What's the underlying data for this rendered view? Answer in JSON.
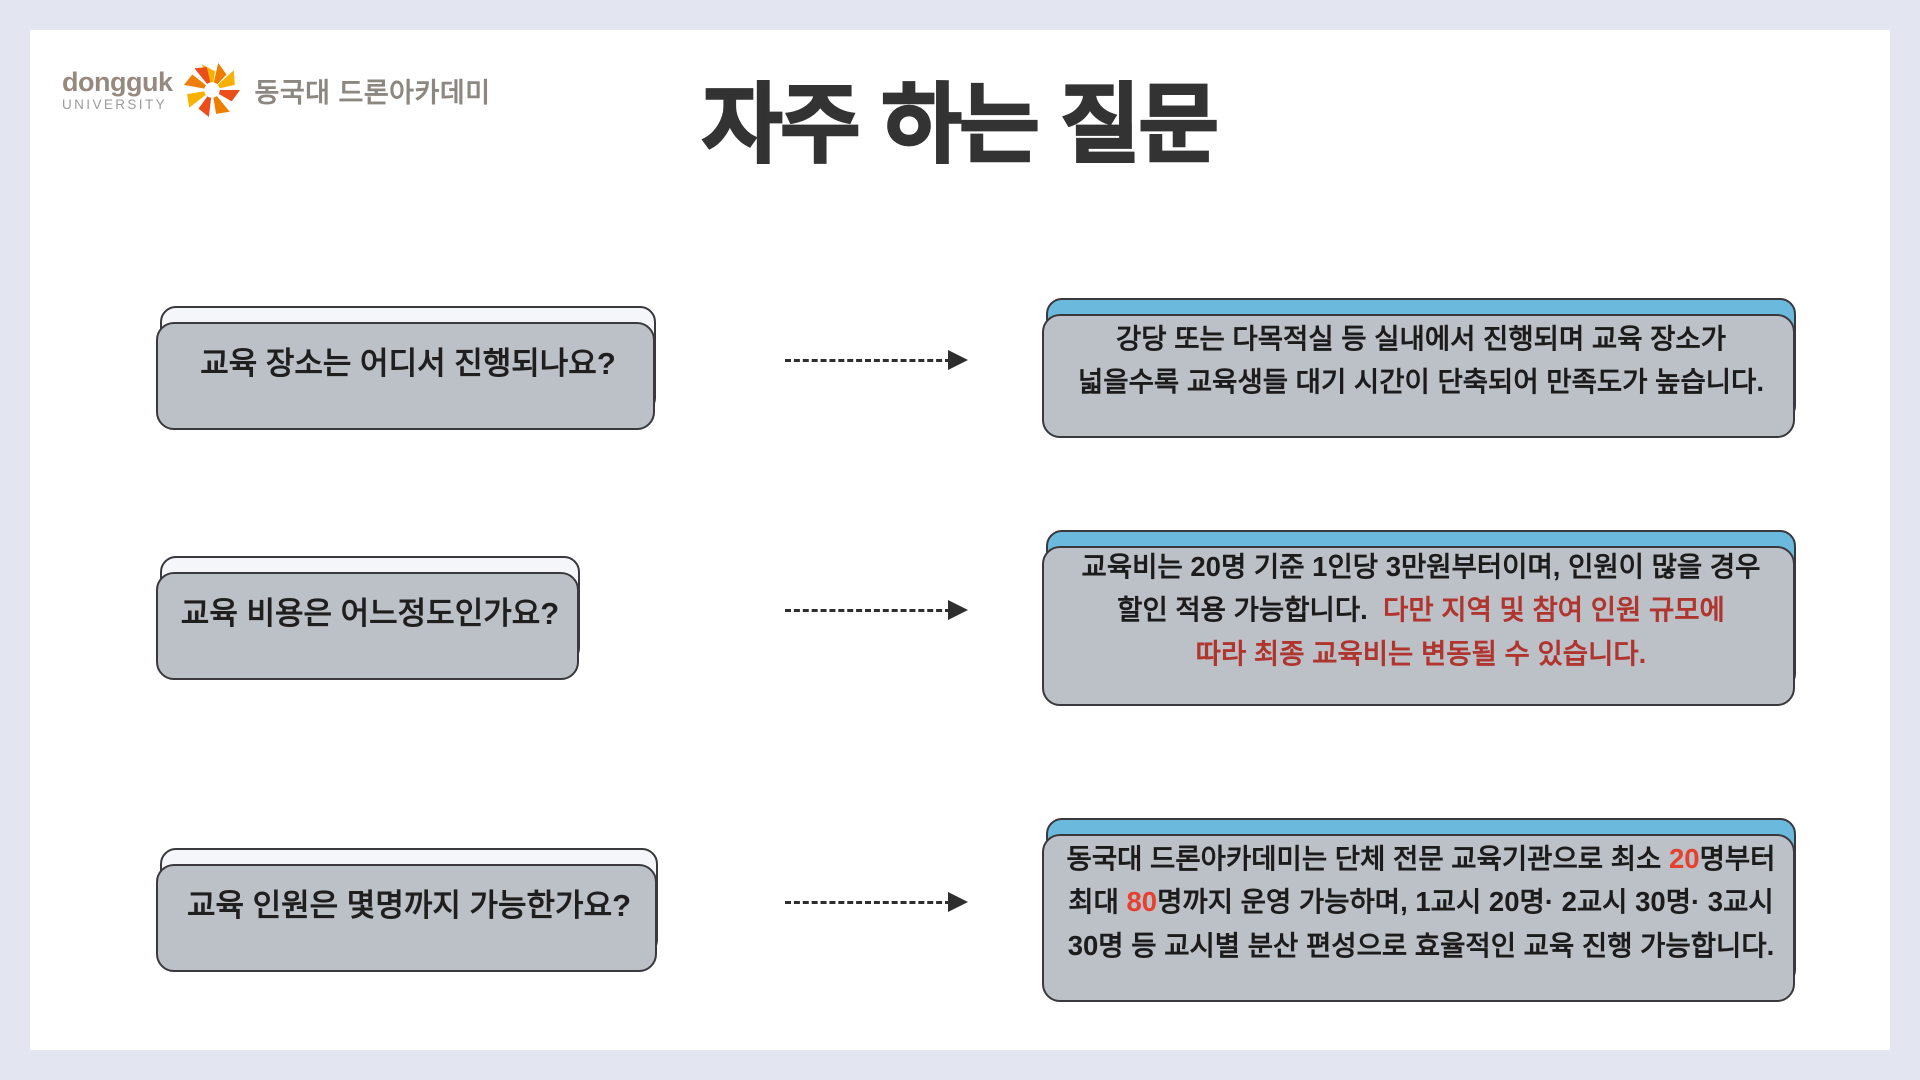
{
  "logo": {
    "brand": "dongguk",
    "brand_sub": "UNIVERSITY",
    "flower_icon": "dongguk-flower-icon",
    "academy_name": "동국대 드론아카데미"
  },
  "title": "자주 하는 질문",
  "colors": {
    "ink": "#1c1c1c",
    "darkred": "#b0352e",
    "red": "#e8402f",
    "answer_bg": "#6cb9de",
    "question_bg": "#f4f6fa",
    "page_bg": "#e3e5f0"
  },
  "faq": [
    {
      "question": "교육 장소는 어디서 진행되나요?",
      "answer_lines": [
        [
          {
            "t": "강당 또는 다목적실 등 실내에서 진행되며 교육 장소가",
            "c": "ink"
          }
        ],
        [
          {
            "t": "넓을수록 교육생들 대기 시간이 단축되어 만족도가 높습니다.",
            "c": "ink"
          }
        ]
      ]
    },
    {
      "question": "교육 비용은 어느정도인가요?",
      "answer_lines": [
        [
          {
            "t": "교육비는 20명 기준 1인당 3만원부터이며, 인원이 많을 경우",
            "c": "ink"
          }
        ],
        [
          {
            "t": "할인 적용 가능합니다.  ",
            "c": "ink"
          },
          {
            "t": "다만 지역 및 참여 인원 규모에",
            "c": "darkred"
          }
        ],
        [
          {
            "t": "따라 최종 교육비는 변동될 수 있습니다.",
            "c": "darkred"
          }
        ]
      ]
    },
    {
      "question": "교육 인원은 몇명까지 가능한가요?",
      "answer_lines": [
        [
          {
            "t": "동국대 드론아카데미는 단체 전문 교육기관으로 최소 ",
            "c": "ink"
          },
          {
            "t": "20",
            "c": "red"
          },
          {
            "t": "명부터",
            "c": "ink"
          }
        ],
        [
          {
            "t": "최대 ",
            "c": "ink"
          },
          {
            "t": "80",
            "c": "red"
          },
          {
            "t": "명까지 운영 가능하며, 1교시 20명· 2교시 30명· 3교시",
            "c": "ink"
          }
        ],
        [
          {
            "t": "30명 등 교시별 분산 편성으로 효율적인 교육 진행 가능합니다.",
            "c": "ink"
          }
        ]
      ]
    }
  ]
}
